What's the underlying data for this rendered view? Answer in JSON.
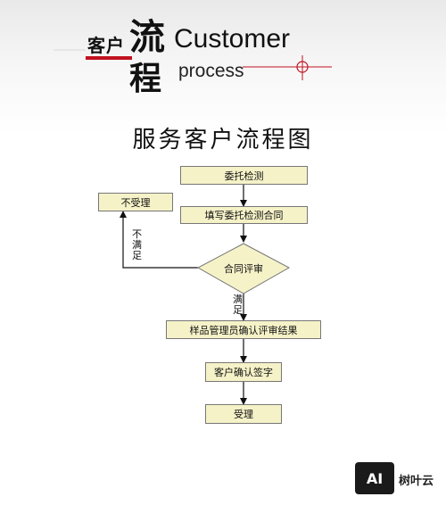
{
  "header": {
    "cn_small": "客户",
    "cn_big1": "流",
    "cn_big2": "程",
    "en_line1": "Customer",
    "en_line2": "process"
  },
  "title": "服务客户流程图",
  "flow": {
    "step1": "委托检测",
    "step2": "填写委托检测合同",
    "decision": "合同评审",
    "reject": "不受理",
    "no_label": "不满足",
    "yes_label": "满足",
    "step3": "样品管理员确认评审结果",
    "step4": "客户确认签字",
    "step5": "受理"
  },
  "watermark": {
    "logo_text": "AI",
    "brand": "树叶云"
  },
  "colors": {
    "box_fill": "#f5f2c8",
    "accent_red": "#c1121f",
    "line": "#111111"
  }
}
